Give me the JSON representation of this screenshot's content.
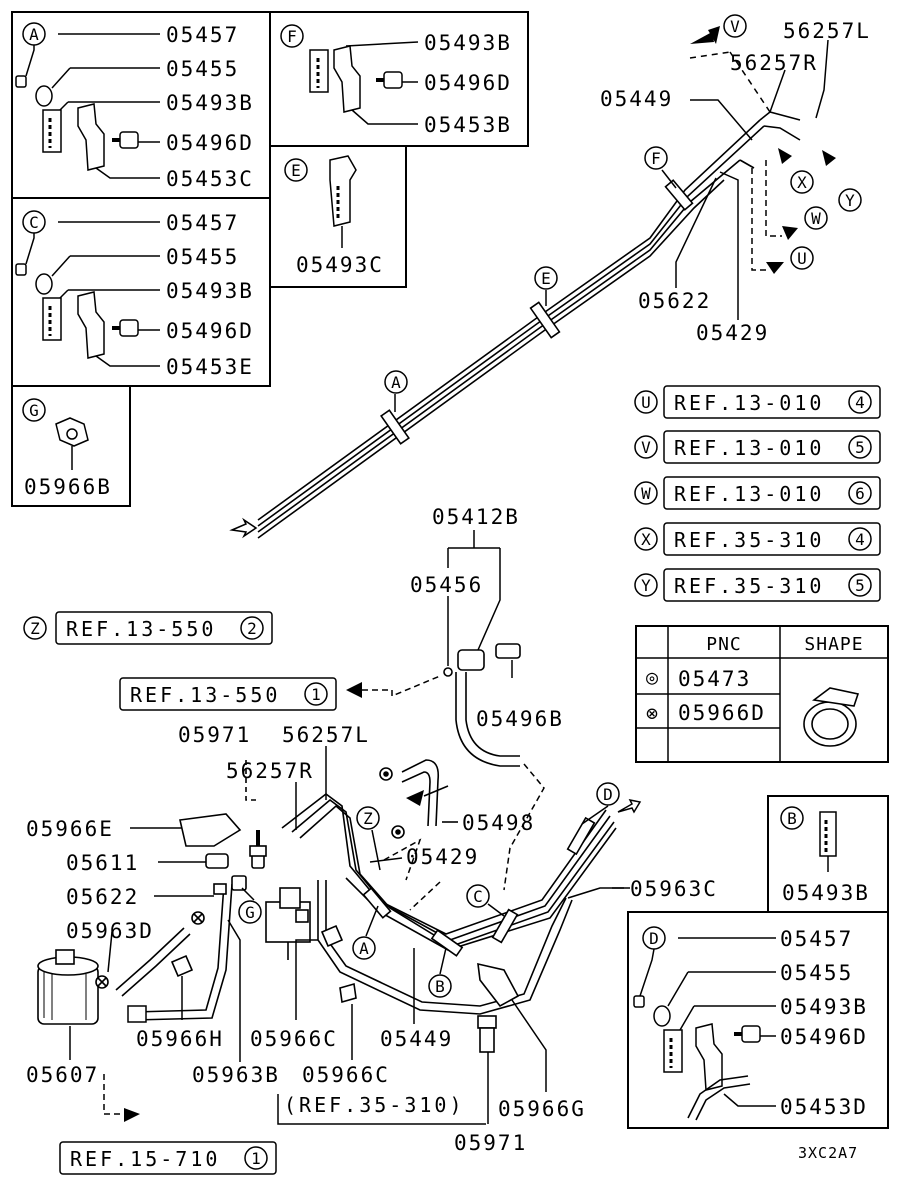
{
  "detail_boxes": {
    "A": {
      "letter": "A",
      "parts": [
        "05457",
        "05455",
        "05493B",
        "05496D",
        "05453C"
      ]
    },
    "C": {
      "letter": "C",
      "parts": [
        "05457",
        "05455",
        "05493B",
        "05496D",
        "05453E"
      ]
    },
    "F": {
      "letter": "F",
      "parts": [
        "05493B",
        "05496D",
        "05453B"
      ]
    },
    "E": {
      "letter": "E",
      "parts": [
        "05493C"
      ]
    },
    "G": {
      "letter": "G",
      "parts": [
        "05966B"
      ]
    },
    "B": {
      "letter": "B",
      "parts": [
        "05493B"
      ]
    },
    "D": {
      "letter": "D",
      "parts": [
        "05457",
        "05455",
        "05493B",
        "05496D",
        "05453D"
      ]
    }
  },
  "upper_labels": {
    "V": "V",
    "p56257L": "56257L",
    "p56257R": "56257R",
    "p05449": "05449",
    "F": "F",
    "X": "X",
    "Y": "Y",
    "W": "W",
    "U": "U",
    "E": "E",
    "p05622": "05622",
    "p05429": "05429",
    "A": "A"
  },
  "references": [
    {
      "letter": "U",
      "text": "REF.13-010",
      "num": "4"
    },
    {
      "letter": "V",
      "text": "REF.13-010",
      "num": "5"
    },
    {
      "letter": "W",
      "text": "REF.13-010",
      "num": "6"
    },
    {
      "letter": "X",
      "text": "REF.35-310",
      "num": "4"
    },
    {
      "letter": "Y",
      "text": "REF.35-310",
      "num": "5"
    }
  ],
  "ref_z": {
    "letter": "Z",
    "text": "REF.13-550",
    "num": "2"
  },
  "ref_mid": {
    "text": "REF.13-550",
    "num": "1"
  },
  "ref_bottom": {
    "text": "REF.15-710",
    "num": "1"
  },
  "ref_35310": "(REF.35-310)",
  "pnc_table": {
    "header_pnc": "PNC",
    "header_shape": "SHAPE",
    "rows": [
      {
        "symbol": "◎",
        "pnc": "05473"
      },
      {
        "symbol": "⊗",
        "pnc": "05966D"
      }
    ]
  },
  "lower_labels": {
    "p05412B": "05412B",
    "p05456": "05456",
    "p05496B": "05496B",
    "p05971a": "05971",
    "p56257L": "56257L",
    "p56257R": "56257R",
    "p05966E": "05966E",
    "p05611": "05611",
    "p05622": "05622",
    "p05963D": "05963D",
    "p05498": "05498",
    "p05429": "05429",
    "Z": "Z",
    "D": "D",
    "p05963C": "05963C",
    "C": "C",
    "G": "G",
    "A": "A",
    "B": "B",
    "p05966H": "05966H",
    "p05966C1": "05966C",
    "p05449": "05449",
    "p05607": "05607",
    "p05963B": "05963B",
    "p05966C2": "05966C",
    "p05971b": "05971",
    "p05966G": "05966G"
  },
  "diagram_code": "3XC2A7"
}
